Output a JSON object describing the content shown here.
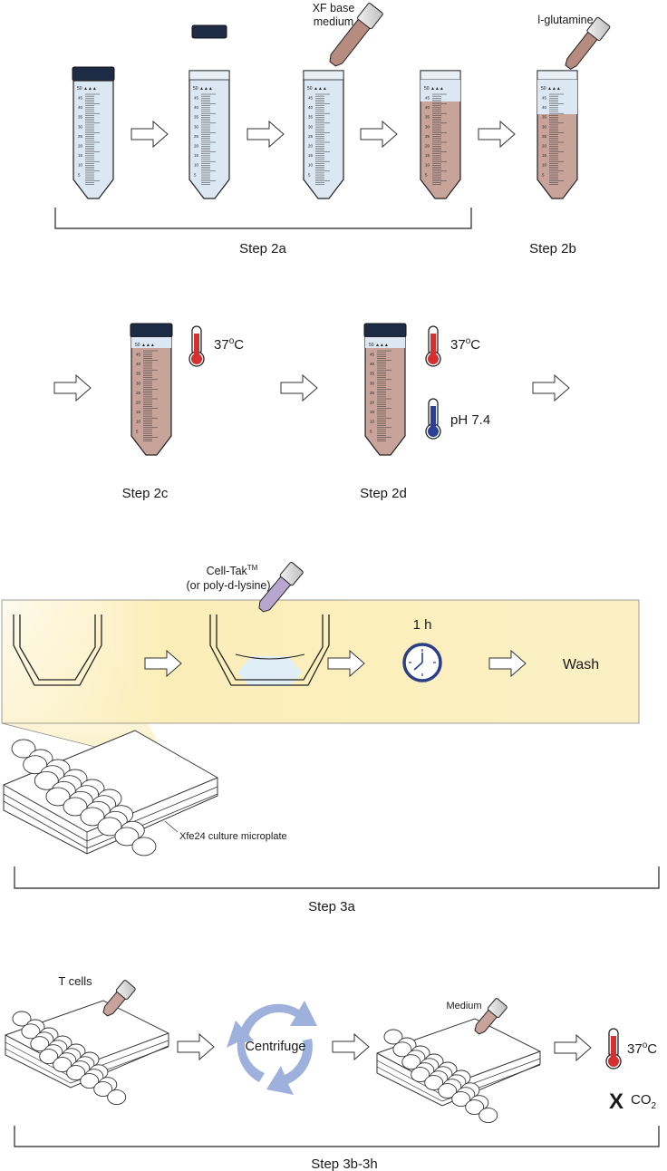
{
  "colors": {
    "medium": "#c8a39a",
    "tube_empty": "#dbe7f3",
    "cap": "#1e2b45",
    "thermo_red": "#d62f2f",
    "thermo_blue": "#2a3f96",
    "clock": "#2c3f86",
    "highlight": "#fbf0c4",
    "centrifuge": "#9db1dc",
    "cell_tak": "#b7a7cf"
  },
  "section1": {
    "xf_base_medium_line1": "XF base",
    "xf_base_medium_line2": "medium",
    "l_glutamine": "l-glutamine",
    "step_2a": "Step 2a",
    "step_2b": "Step 2b"
  },
  "tube_scale": {
    "top": "50",
    "ticks": [
      "45",
      "40",
      "35",
      "30",
      "25",
      "20",
      "15",
      "10",
      "5"
    ]
  },
  "section2": {
    "temp1": "37",
    "temp_unit_sup": "o",
    "temp_unit": "C",
    "temp2": "37",
    "ph": "pH 7.4",
    "step_2c": "Step 2c",
    "step_2d": "Step 2d"
  },
  "section3a": {
    "cell_tak": "Cell-Tak",
    "tm": "TM",
    "poly": "(or poly-d-lysine)",
    "time": "1 h",
    "wash": "Wash",
    "plate_label": "Xfe24 culture microplate",
    "step": "Step 3a"
  },
  "section3b": {
    "t_cells": "T cells",
    "centrifuge": "Centrifuge",
    "medium": "Medium",
    "temp": "37",
    "temp_unit_sup": "o",
    "temp_unit": "C",
    "no_co2_mark": "X",
    "co2": "CO",
    "co2_sub": "2",
    "step": "Step 3b-3h"
  }
}
